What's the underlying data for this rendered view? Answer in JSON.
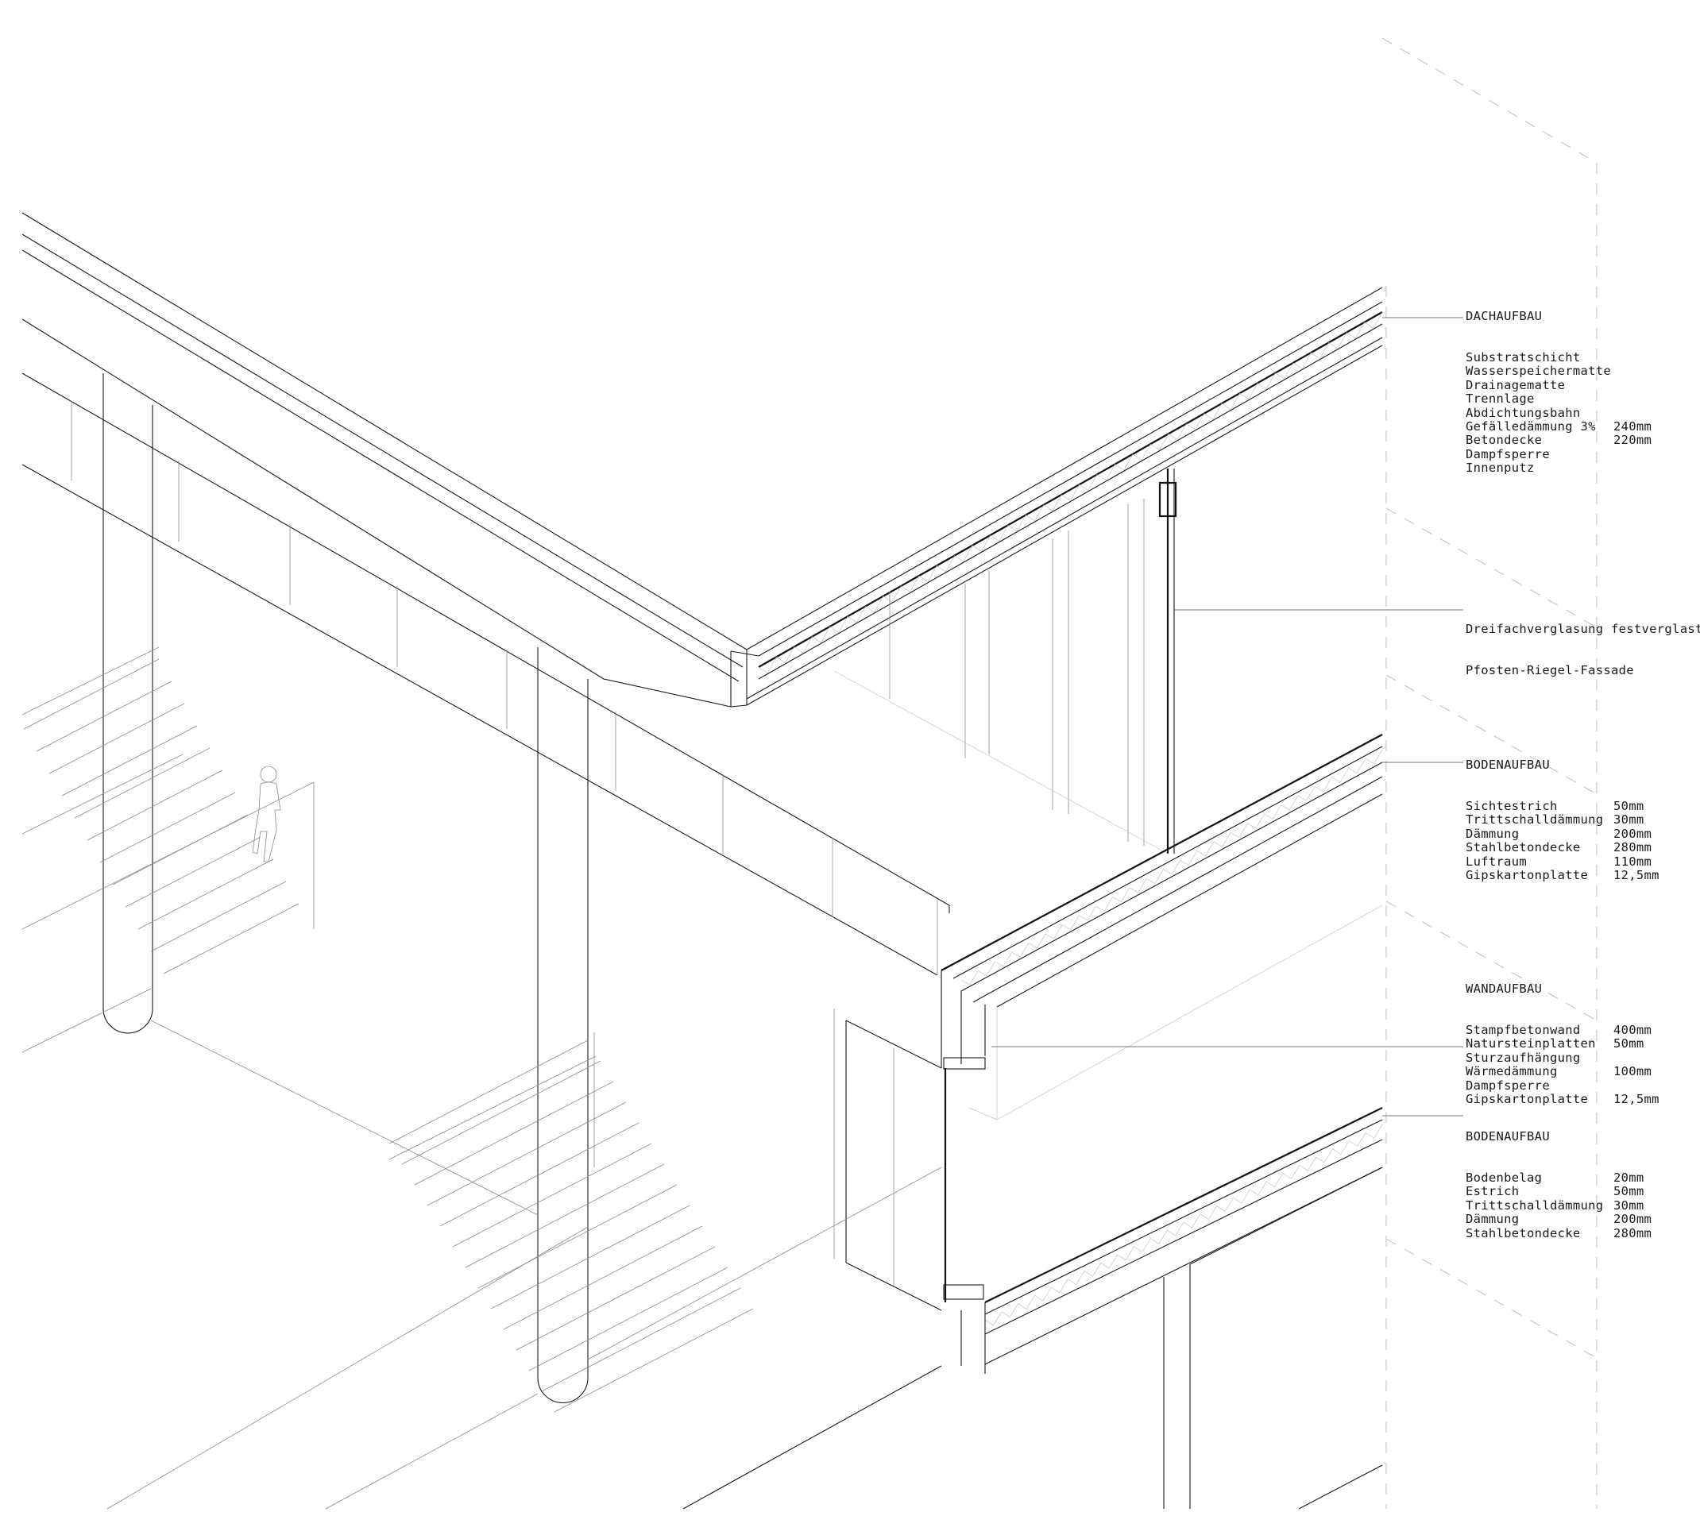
{
  "annotations": {
    "roof": {
      "title": "DACHAUFBAU",
      "layers": [
        {
          "name": "Substratschicht",
          "value": ""
        },
        {
          "name": "Wasserspeichermatte",
          "value": ""
        },
        {
          "name": "Drainagematte",
          "value": ""
        },
        {
          "name": "Trennlage",
          "value": ""
        },
        {
          "name": "Abdichtungsbahn",
          "value": ""
        },
        {
          "name": "Gefälledämmung 3%",
          "value": "240mm"
        },
        {
          "name": "Betondecke",
          "value": "220mm"
        },
        {
          "name": "Dampfsperre",
          "value": ""
        },
        {
          "name": "Innenputz",
          "value": ""
        }
      ]
    },
    "glazing": {
      "line1": "Dreifachverglasung festverglast",
      "line2": "Pfosten-Riegel-Fassade"
    },
    "floor_upper": {
      "title": "BODENAUFBAU",
      "layers": [
        {
          "name": "Sichtestrich",
          "value": "50mm"
        },
        {
          "name": "Trittschalldämmung",
          "value": "30mm"
        },
        {
          "name": "Dämmung",
          "value": "200mm"
        },
        {
          "name": "Stahlbetondecke",
          "value": "280mm"
        },
        {
          "name": "Luftraum",
          "value": "110mm"
        },
        {
          "name": "Gipskartonplatte",
          "value": "12,5mm"
        }
      ]
    },
    "wall": {
      "title": "WANDAUFBAU",
      "layers": [
        {
          "name": "Stampfbetonwand",
          "value": "400mm"
        },
        {
          "name": "Natursteinplatten",
          "value": "50mm"
        },
        {
          "name": "Sturzaufhängung",
          "value": ""
        },
        {
          "name": "Wärmedämmung",
          "value": "100mm"
        },
        {
          "name": "Dampfsperre",
          "value": ""
        },
        {
          "name": "Gipskartonplatte",
          "value": "12,5mm"
        }
      ]
    },
    "floor_lower": {
      "title": "BODENAUFBAU",
      "layers": [
        {
          "name": "Bodenbelag",
          "value": "20mm"
        },
        {
          "name": "Estrich",
          "value": "50mm"
        },
        {
          "name": "Trittschalldämmung",
          "value": "30mm"
        },
        {
          "name": "Dämmung",
          "value": "200mm"
        },
        {
          "name": "Stahlbetondecke",
          "value": "280mm"
        }
      ]
    }
  }
}
